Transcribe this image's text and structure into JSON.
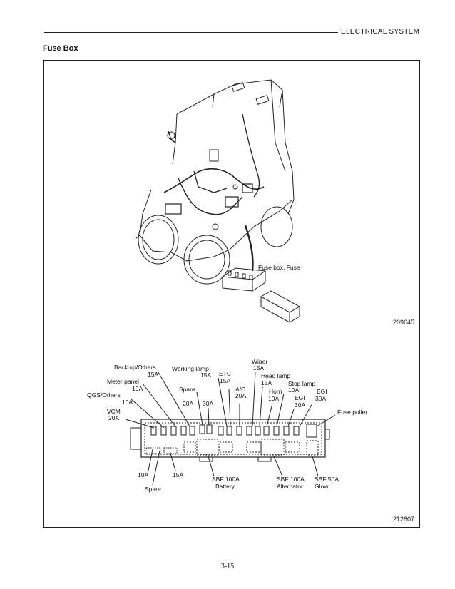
{
  "header": {
    "section": "ELECTRICAL SYSTEM"
  },
  "title": "Fuse Box",
  "figure_top": {
    "callout": "Fuse box, Fuse",
    "figure_number": "209645"
  },
  "figure_bottom": {
    "figure_number": "212807",
    "labels": {
      "back_up": "Back up/Others",
      "back_up_amp": "15A",
      "working_lamp": "Working lamp",
      "working_lamp_amp": "15A",
      "meter_panel": "Meter panel",
      "meter_panel_amp": "10A",
      "qgs": "QGS/Others",
      "qgs_amp": "10A",
      "vcm": "VCM",
      "vcm_amp": "20A",
      "spare_top": "Spare",
      "spare_20a": "20A",
      "spare_30a": "30A",
      "etc": "ETC",
      "etc_amp": "15A",
      "wiper": "Wiper",
      "wiper_amp": "15A",
      "ac": "A/C",
      "ac_amp": "20A",
      "head_lamp": "Head lamp",
      "head_lamp_amp": "15A",
      "horn": "Horn",
      "horn_amp": "10A",
      "stop_lamp": "Stop lamp",
      "stop_lamp_amp": "10A",
      "egi1": "EGI",
      "egi1_amp": "30A",
      "egi2": "EGI",
      "egi2_amp": "30A",
      "fuse_puller": "Fuse puller",
      "spare_10a": "10A",
      "spare_15a": "15A",
      "spare_bottom": "Spare",
      "sbf_battery": "SBF 100A",
      "sbf_battery_sub": "Battery",
      "sbf_alternator": "SBF 100A",
      "sbf_alternator_sub": "Alternator",
      "sbf_glow": "SBF 50A",
      "sbf_glow_sub": "Glow"
    }
  },
  "page_number": "3-15"
}
